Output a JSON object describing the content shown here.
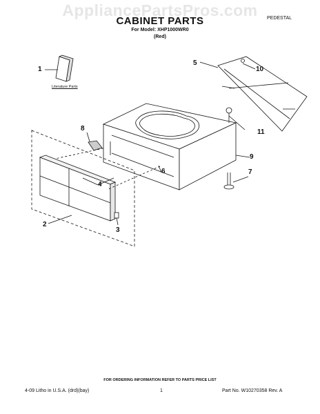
{
  "watermark": "AppliancePartsPros.com",
  "header": {
    "title": "CABINET PARTS",
    "model_line": "For Model: XHP1000WR0",
    "color_line": "(Red)",
    "section": "PEDESTAL"
  },
  "diagram": {
    "literature_label": "Literature Parts",
    "callouts": {
      "c1": "1",
      "c2": "2",
      "c3": "3",
      "c4": "4",
      "c5": "5",
      "c6": "6",
      "c7": "7",
      "c8": "8",
      "c9": "9",
      "c10": "10",
      "c11": "11"
    }
  },
  "footer": {
    "ordering_note": "FOR ORDERING INFORMATION REFER TO PARTS PRICE LIST",
    "litho": "4-09 Litho in U.S.A. (drd)(bay)",
    "page": "1",
    "part_no": "Part No. W10270358 Rev. A"
  }
}
